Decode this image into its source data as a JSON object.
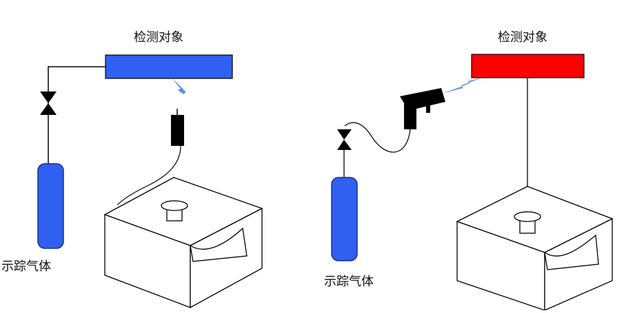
{
  "left_scene": {
    "target_label": "检测对象",
    "gas_label": "示踪气体",
    "target_color": "#3060f0"
  },
  "right_scene": {
    "target_label": "检测对象",
    "gas_label": "示踪气体",
    "target_color": "#ff0000"
  },
  "colors": {
    "cylinder": "#3060f0",
    "probe": "#000000",
    "gas_flash": "#3a8ff0"
  }
}
